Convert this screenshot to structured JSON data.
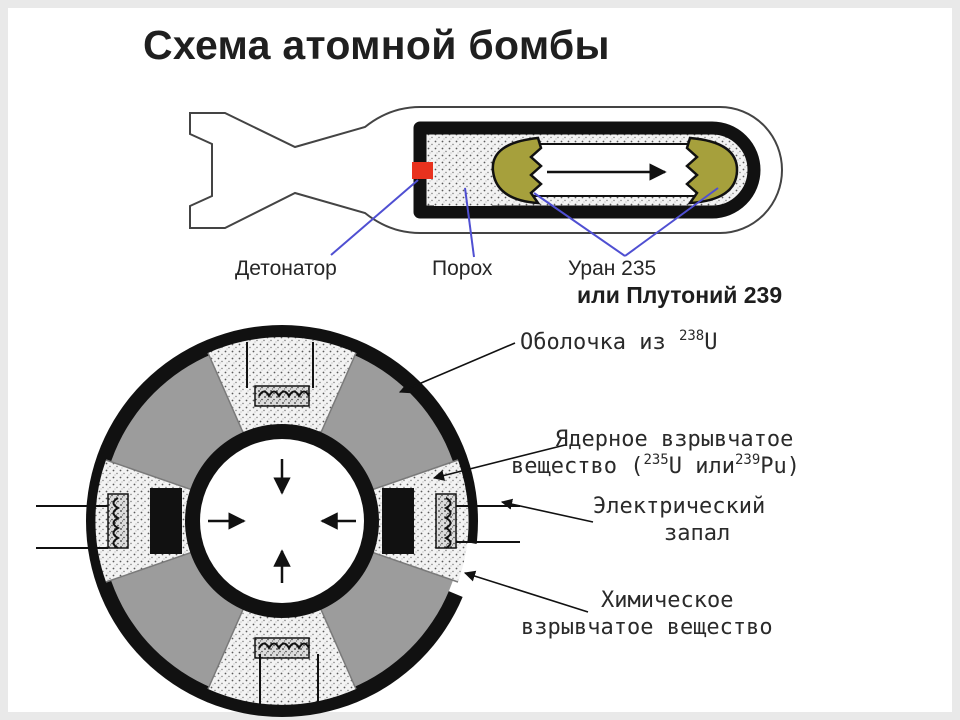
{
  "title": "Схема атомной бомбы",
  "bomb_labels": {
    "detonator": "Детонатор",
    "powder": "Порох",
    "uranium": "Уран 235",
    "plutonium": "или Плутоний 239"
  },
  "implosion_labels": {
    "shell_text": "Оболочка из ",
    "shell_mass": "238",
    "shell_elem": "U",
    "nuclear_line1": "Ядерное взрывчатое",
    "nuclear_prefix": "вещество (",
    "nuclear_mass_u": "235",
    "nuclear_mid": "U или",
    "nuclear_mass_pu": "239",
    "nuclear_suffix": "Pu)",
    "fuse_line1": "Электрический",
    "fuse_line2": "запал",
    "chem_line1": "Химическое",
    "chem_line2": "взрывчатое вещество"
  },
  "colors": {
    "outline": "#111111",
    "detonator": "#e8321e",
    "fissile": "#a6a03c",
    "explosive_grey": "#9c9c9c",
    "speckle": "#d6d6d6",
    "leader_blue": "#4f4fd2"
  }
}
